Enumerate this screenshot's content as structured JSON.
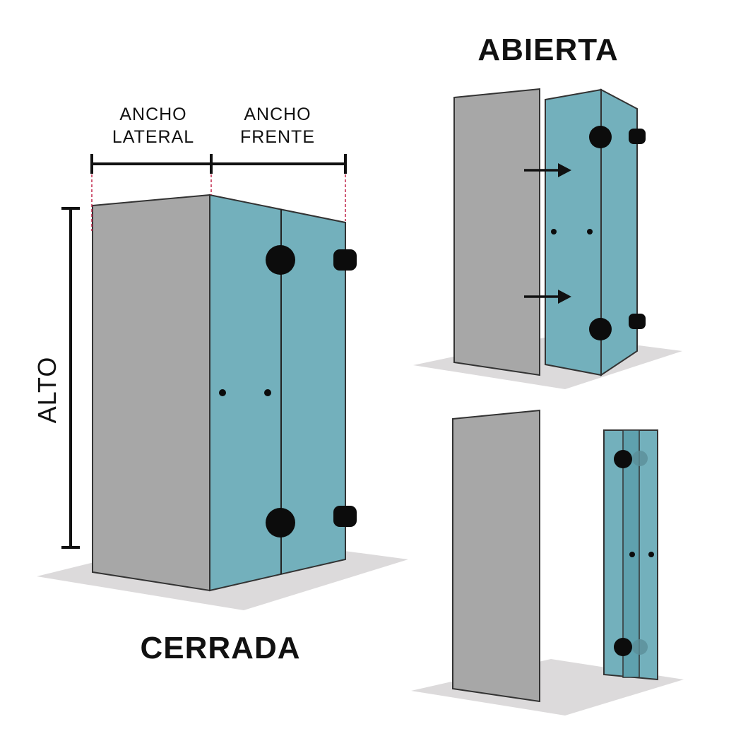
{
  "labels": {
    "ancho_lateral_line1": "ANCHO",
    "ancho_lateral_line2": "LATERAL",
    "ancho_frente_line1": "ANCHO",
    "ancho_frente_line2": "FRENTE",
    "alto": "ALTO",
    "abierta": "ABIERTA",
    "cerrada": "CERRADA"
  },
  "colors": {
    "gray_panel": "#a7a7a7",
    "glass": "#73b0bc",
    "shadow": "#dcdadb",
    "hardware": "#0c0c0c",
    "outline": "#333333",
    "dashed_guide": "#c0264a"
  }
}
